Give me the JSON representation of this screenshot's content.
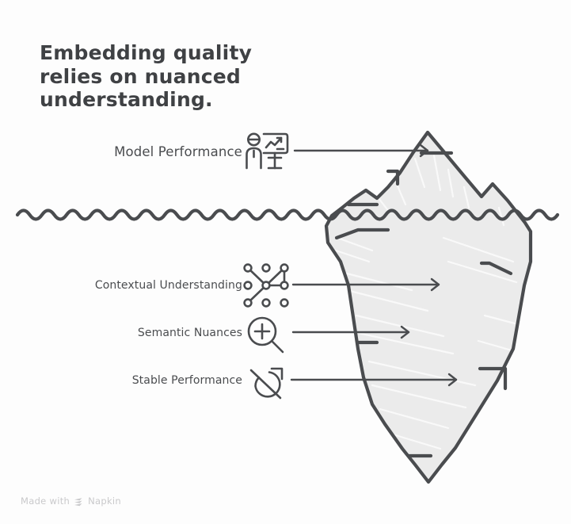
{
  "page": {
    "background_color": "#fdfdfd",
    "ink_color": "#4a4c4f",
    "iceberg_fill": "#ebebeb",
    "iceberg_stroke": "#4a4c4f",
    "footer_color": "#c9c9cb"
  },
  "title": {
    "text": "Embedding quality\nrelies on nuanced\nunderstanding."
  },
  "above_water": {
    "items": [
      {
        "label": "Model Performance",
        "icon": "presenter-chart-icon"
      }
    ]
  },
  "below_water": {
    "items": [
      {
        "label": "Contextual Understanding",
        "icon": "network-nodes-icon"
      },
      {
        "label": "Semantic Nuances",
        "icon": "magnifier-plus-icon"
      },
      {
        "label": "Stable Performance",
        "icon": "circle-arrow-growth-icon"
      }
    ]
  },
  "waterline": {
    "label": "water-surface-wave"
  },
  "footer": {
    "made_with": "Made with",
    "brand": "Napkin"
  }
}
